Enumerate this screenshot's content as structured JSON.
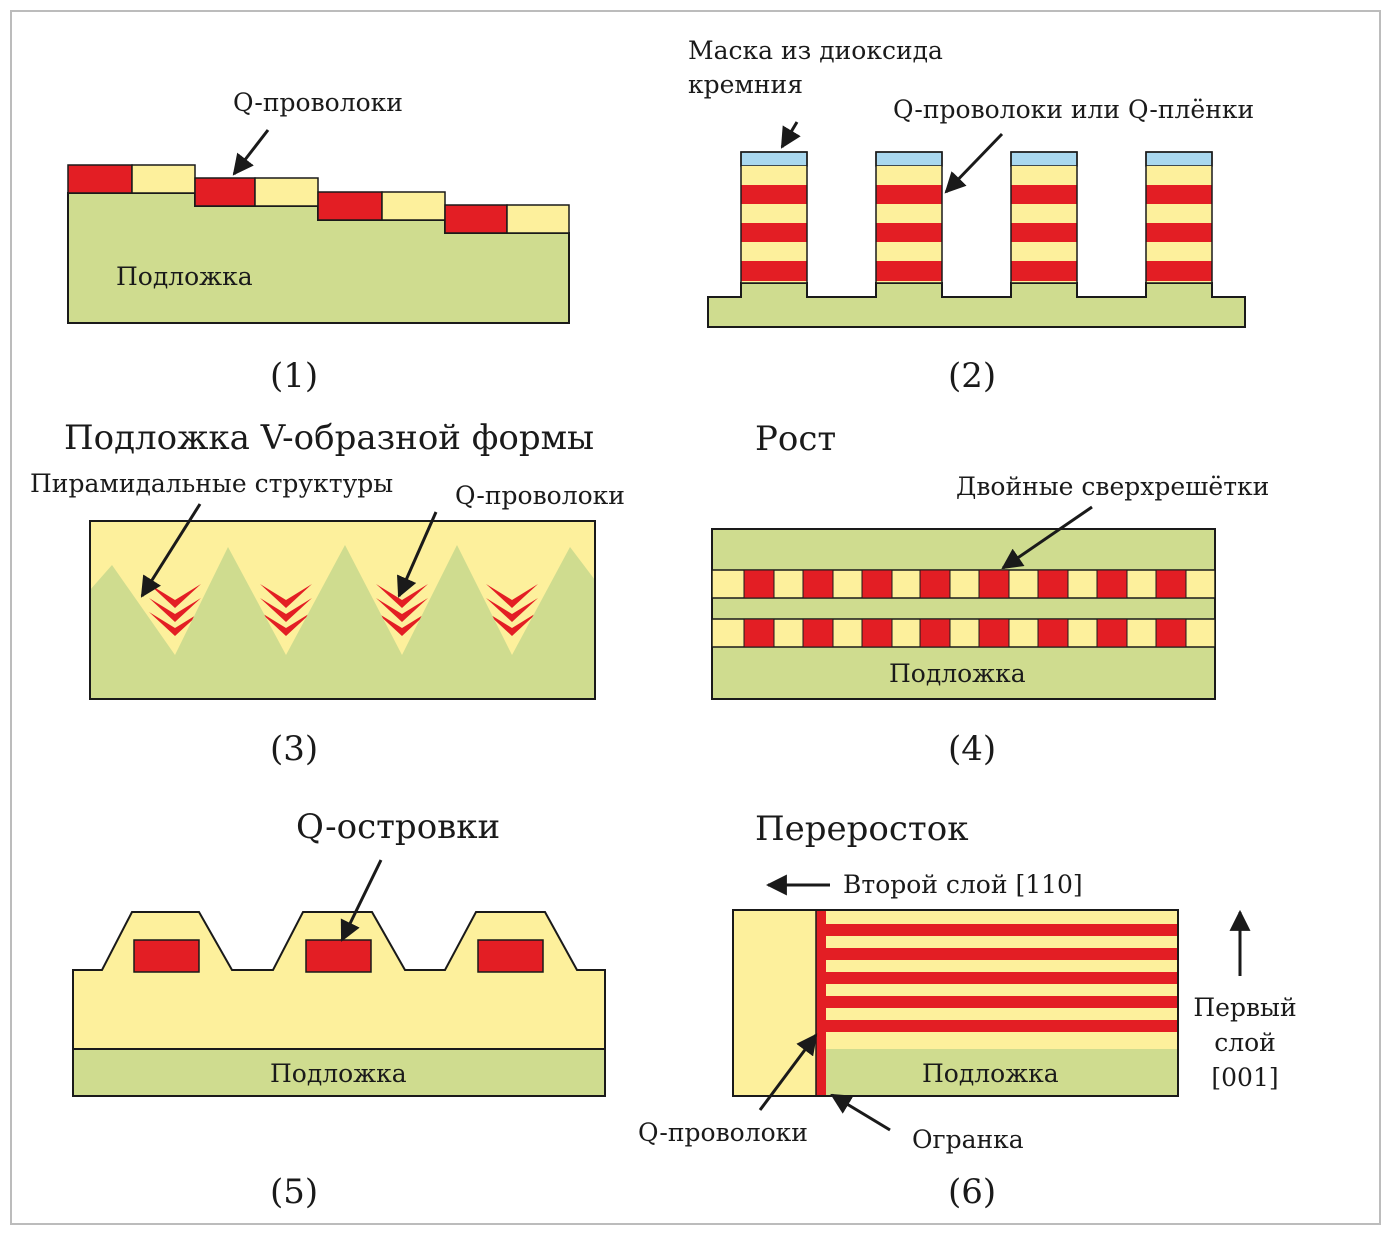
{
  "colors": {
    "substrate": "#cfdc8f",
    "layer": "#fdf09c",
    "wire": "#e31e24",
    "mask": "#a9d8ef",
    "outline": "#1a1a1a"
  },
  "panel1": {
    "number": "(1)",
    "wire_label": "Q-проволоки",
    "substrate_label": "Подложка"
  },
  "panel2": {
    "number": "(2)",
    "mask_label_line1": "Маска из диоксида",
    "mask_label_line2": "кремния",
    "wire_label": "Q-проволоки или Q-плёнки"
  },
  "panel3": {
    "number": "(3)",
    "title": "Подложка V-образной формы",
    "pyramid_label": "Пирамидальные структуры",
    "wire_label": "Q-проволоки"
  },
  "panel4": {
    "number": "(4)",
    "title": "Рост",
    "superlattice_label": "Двойные сверхрешётки",
    "substrate_label": "Подложка"
  },
  "panel5": {
    "number": "(5)",
    "islands_label": "Q-островки",
    "substrate_label": "Подложка"
  },
  "panel6": {
    "number": "(6)",
    "title": "Перероcток",
    "second_layer_label": "Второй слой [110]",
    "first_layer_line1": "Первый",
    "first_layer_line2": "слой",
    "first_layer_line3": "[001]",
    "substrate_label": "Подложка",
    "wire_label": "Q-проволоки",
    "facet_label": "Огранка"
  }
}
